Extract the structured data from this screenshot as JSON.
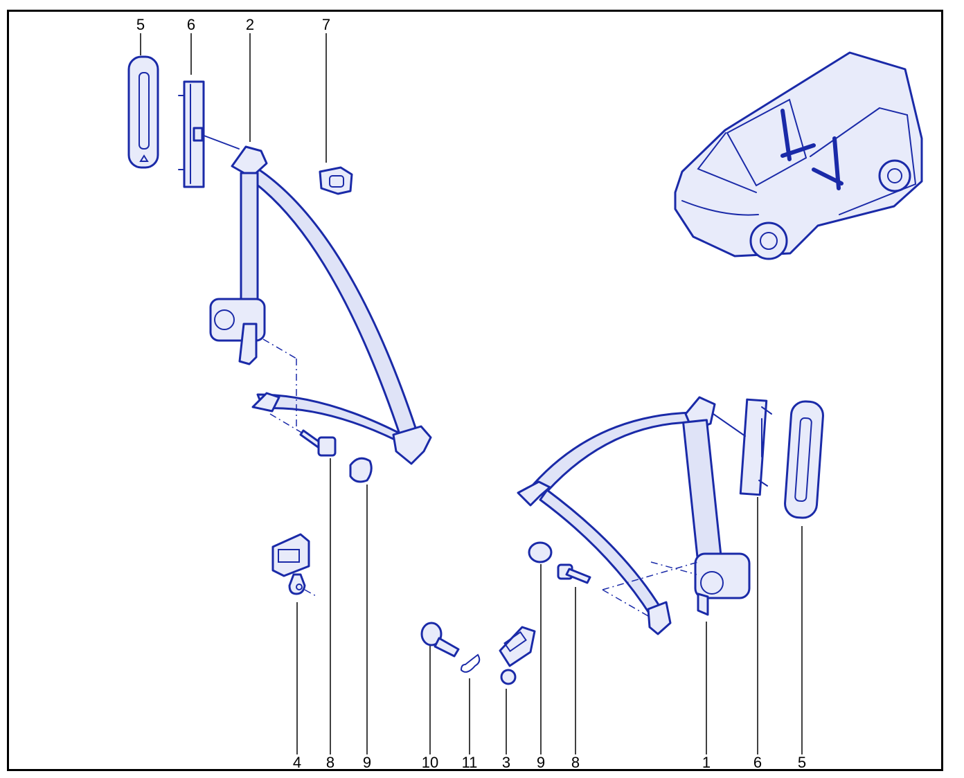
{
  "diagram": {
    "colors": {
      "line": "#1a2aa8",
      "fill": "#e8ebfa",
      "frame": "#000000"
    },
    "callouts_top": [
      {
        "id": "top-5",
        "label": "5"
      },
      {
        "id": "top-6",
        "label": "6"
      },
      {
        "id": "top-2",
        "label": "2"
      },
      {
        "id": "top-7",
        "label": "7"
      }
    ],
    "callouts_bottom": [
      {
        "id": "bot-4",
        "label": "4"
      },
      {
        "id": "bot-8a",
        "label": "8"
      },
      {
        "id": "bot-9a",
        "label": "9"
      },
      {
        "id": "bot-10",
        "label": "10"
      },
      {
        "id": "bot-11",
        "label": "11"
      },
      {
        "id": "bot-3",
        "label": "3"
      },
      {
        "id": "bot-9b",
        "label": "9"
      },
      {
        "id": "bot-8b",
        "label": "8"
      },
      {
        "id": "bot-1",
        "label": "1"
      },
      {
        "id": "bot-6",
        "label": "6"
      },
      {
        "id": "bot-5",
        "label": "5"
      }
    ]
  }
}
